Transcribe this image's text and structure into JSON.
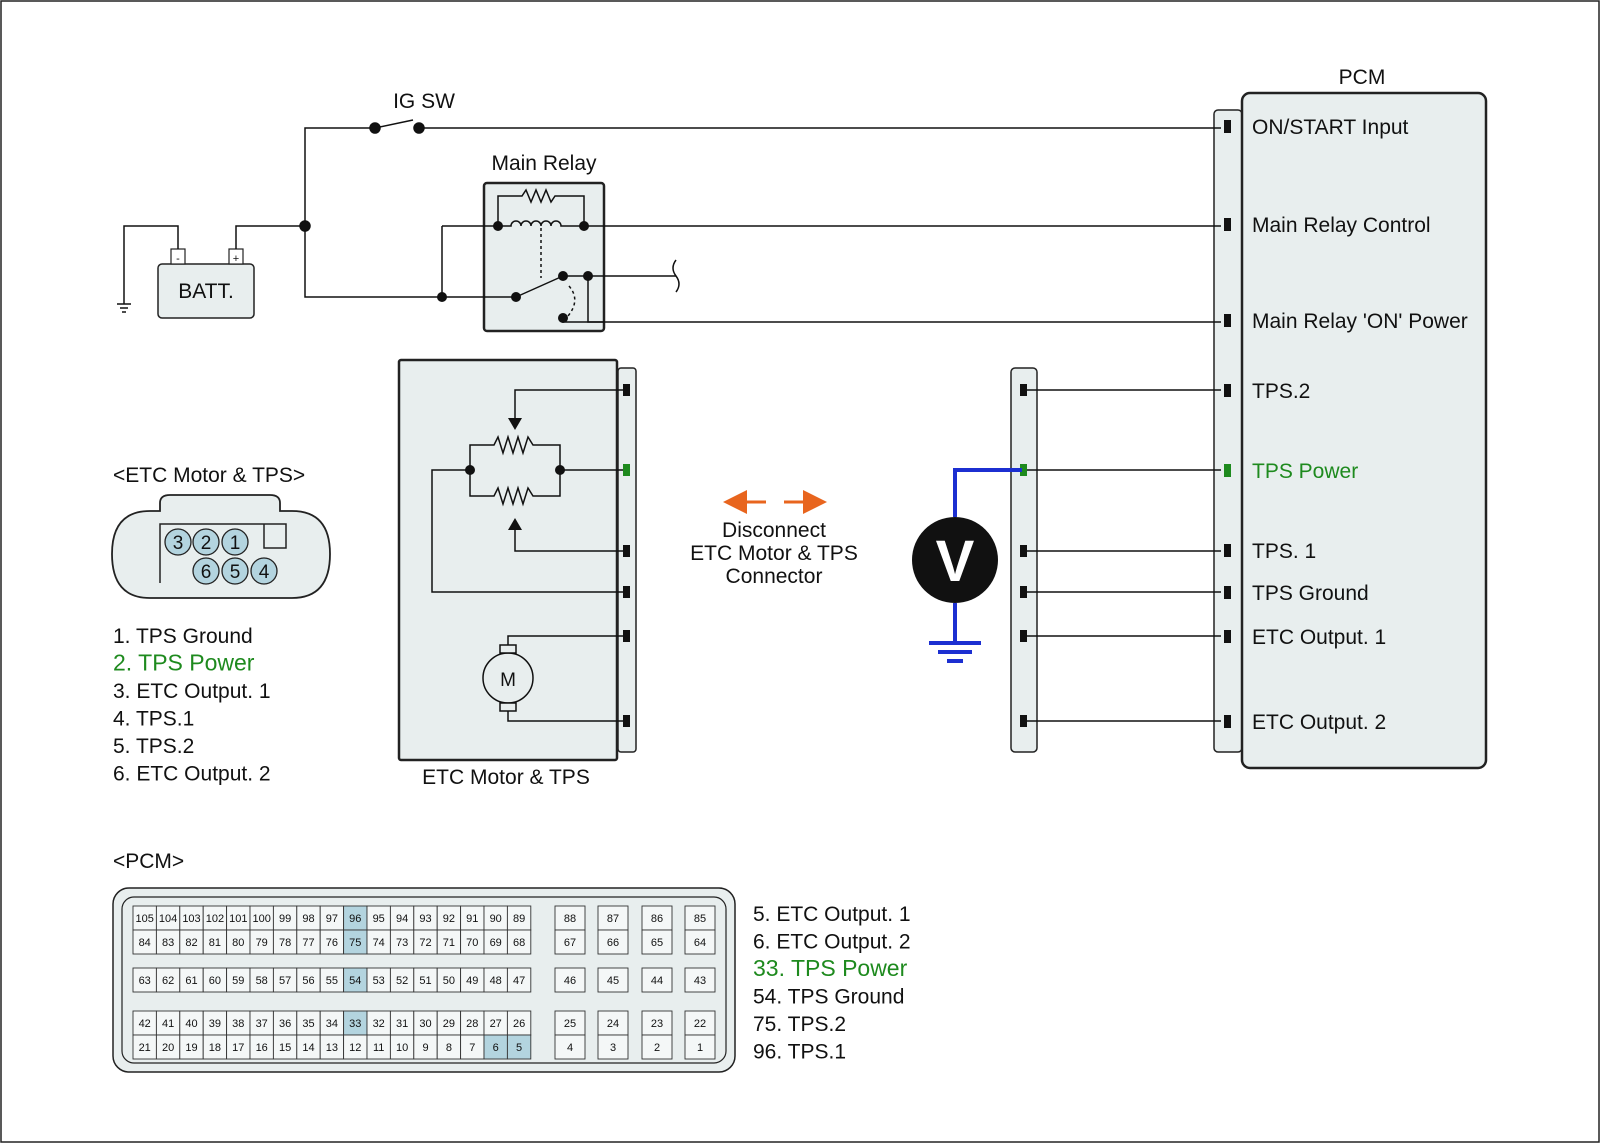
{
  "colors": {
    "box_fill": "#e8eeee",
    "pin_highlight": "#b3d4df",
    "power_green": "#1e8a1e",
    "probe_blue": "#1c2fd1",
    "arrow_orange": "#e8651e"
  },
  "pcm": {
    "title": "PCM",
    "pins": [
      {
        "label": "ON/START Input"
      },
      {
        "label": "Main Relay Control"
      },
      {
        "label": "Main Relay 'ON' Power"
      },
      {
        "label": "TPS.2"
      },
      {
        "label": "TPS Power",
        "highlight": true
      },
      {
        "label": "TPS. 1"
      },
      {
        "label": "TPS Ground"
      },
      {
        "label": "ETC Output. 1"
      },
      {
        "label": "ETC Output. 2"
      }
    ]
  },
  "ig_sw_label": "IG SW",
  "main_relay_label": "Main Relay",
  "battery": {
    "label": "BATT.",
    "minus": "-",
    "plus": "+"
  },
  "etc_component_label": "ETC Motor & TPS",
  "motor_label": "M",
  "voltmeter_label": "V",
  "disconnect_note": [
    "Disconnect",
    "ETC Motor & TPS",
    "Connector"
  ],
  "etc_connector": {
    "title": "<ETC Motor & TPS>",
    "pins_top": [
      "3",
      "2",
      "1"
    ],
    "pins_bottom": [
      "6",
      "5",
      "4"
    ],
    "legend": [
      {
        "text": "1. TPS Ground"
      },
      {
        "text": "2. TPS Power",
        "highlight": true
      },
      {
        "text": "3. ETC Output. 1"
      },
      {
        "text": "4. TPS.1"
      },
      {
        "text": "5. TPS.2"
      },
      {
        "text": "6. ETC Output. 2"
      }
    ]
  },
  "pcm_connector": {
    "title": "<PCM>",
    "main_rows": [
      [
        "105",
        "104",
        "103",
        "102",
        "101",
        "100",
        "99",
        "98",
        "97",
        "96",
        "95",
        "94",
        "93",
        "92",
        "91",
        "90",
        "89"
      ],
      [
        "84",
        "83",
        "82",
        "81",
        "80",
        "79",
        "78",
        "77",
        "76",
        "75",
        "74",
        "73",
        "72",
        "71",
        "70",
        "69",
        "68"
      ],
      [
        "63",
        "62",
        "61",
        "60",
        "59",
        "58",
        "57",
        "56",
        "55",
        "54",
        "53",
        "52",
        "51",
        "50",
        "49",
        "48",
        "47"
      ],
      [
        "42",
        "41",
        "40",
        "39",
        "38",
        "37",
        "36",
        "35",
        "34",
        "33",
        "32",
        "31",
        "30",
        "29",
        "28",
        "27",
        "26"
      ],
      [
        "21",
        "20",
        "19",
        "18",
        "17",
        "16",
        "15",
        "14",
        "13",
        "12",
        "11",
        "10",
        "9",
        "8",
        "7",
        "6",
        "5"
      ]
    ],
    "side_rows": [
      [
        "88",
        "87",
        "86",
        "85"
      ],
      [
        "67",
        "66",
        "65",
        "64"
      ],
      [
        "46",
        "45",
        "44",
        "43"
      ],
      [
        "25",
        "24",
        "23",
        "22"
      ],
      [
        "4",
        "3",
        "2",
        "1"
      ]
    ],
    "highlighted_pins": [
      "96",
      "75",
      "54",
      "33",
      "6",
      "5"
    ],
    "legend": [
      {
        "text": "5. ETC Output. 1"
      },
      {
        "text": "6. ETC Output. 2"
      },
      {
        "text": "33. TPS Power",
        "highlight": true
      },
      {
        "text": "54. TPS Ground"
      },
      {
        "text": "75. TPS.2"
      },
      {
        "text": "96. TPS.1"
      }
    ]
  }
}
